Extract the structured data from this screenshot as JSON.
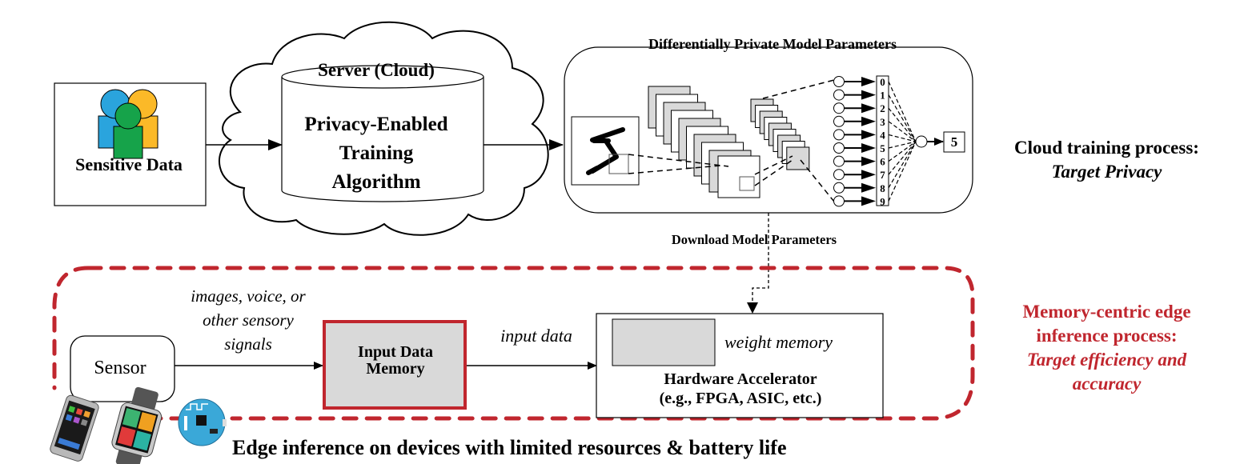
{
  "colors": {
    "accent_red": "#c0262e",
    "box_gray": "#d9d9d9",
    "person_blue": "#2aa4dd",
    "person_yellow": "#fbb928",
    "person_green": "#16a34a"
  },
  "sensitive_data": {
    "label": "Sensitive Data",
    "icon": "people-group-icon"
  },
  "server": {
    "title": "Server (Cloud)",
    "algorithm_lines": [
      "Privacy-Enabled",
      "Training",
      "Algorithm"
    ]
  },
  "model": {
    "title": "Differentially Private Model Parameters",
    "output_digits": [
      "0",
      "1",
      "2",
      "3",
      "4",
      "5",
      "6",
      "7",
      "8",
      "9"
    ],
    "prediction": "5",
    "input_image": "handwritten-digit-five"
  },
  "cloud_process": {
    "title": "Cloud training process:",
    "target": "Target Privacy"
  },
  "download_label": "Download Model Parameters",
  "edge": {
    "signals_lines": [
      "images, voice, or",
      "other sensory",
      "signals"
    ],
    "sensor_label": "Sensor",
    "input_memory_lines": [
      "Input Data",
      "Memory"
    ],
    "input_data_label": "input data",
    "weight_memory_label": "weight memory",
    "accelerator_lines": [
      "Hardware Accelerator",
      "(e.g., FPGA, ASIC, etc.)"
    ],
    "process_title_lines": [
      "Memory-centric edge",
      "inference process:"
    ],
    "process_target_lines": [
      "Target efficiency and",
      "accuracy"
    ],
    "footer": "Edge inference on devices with limited resources & battery life",
    "devices": [
      "smartphone-icon",
      "smartwatch-icon",
      "iot-board-icon"
    ]
  }
}
